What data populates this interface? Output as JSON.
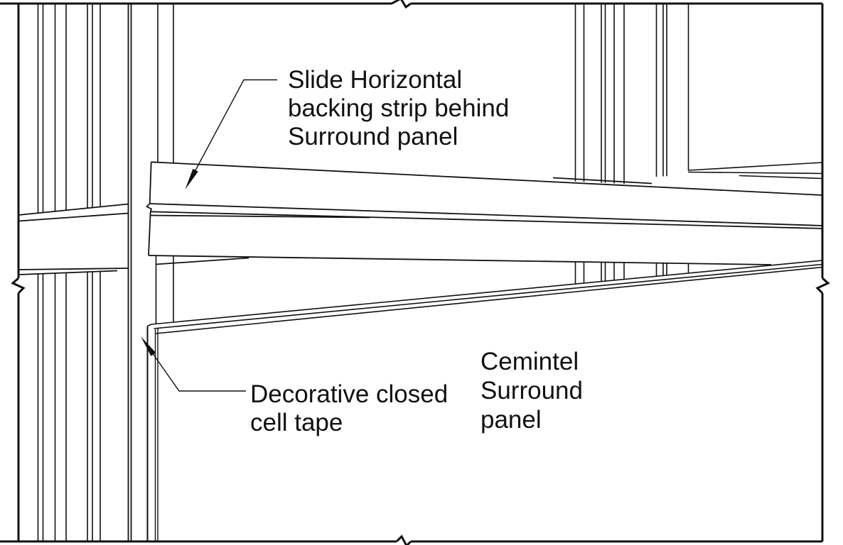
{
  "diagram": {
    "type": "construction-detail-drawing",
    "colors": {
      "ink": "#111111",
      "background": "#ffffff"
    },
    "labels": {
      "backing_strip": {
        "lines": [
          "Slide Horizontal",
          "backing strip behind",
          "Surround panel"
        ]
      },
      "tape": {
        "lines": [
          "Decorative closed",
          "cell tape"
        ]
      },
      "panel": {
        "lines": [
          "Cemintel",
          "Surround",
          "panel"
        ]
      }
    }
  }
}
